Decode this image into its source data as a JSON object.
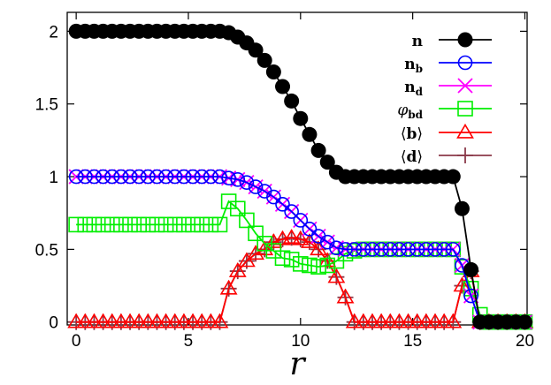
{
  "chart_data": {
    "type": "line",
    "title": "",
    "xlabel": "r",
    "ylabel": "",
    "xlim": [
      -0.4,
      20.1
    ],
    "ylim": [
      -0.02,
      2.13
    ],
    "xticks": [
      "0",
      "5",
      "10",
      "15",
      "20"
    ],
    "yticks": [
      "0",
      "0.5",
      "1",
      "1.5",
      "2"
    ],
    "grid": false,
    "legend_position": "top-right",
    "x": [
      0,
      0.4,
      0.8,
      1.2,
      1.6,
      2.0,
      2.4,
      2.8,
      3.2,
      3.6,
      4.0,
      4.4,
      4.8,
      5.2,
      5.6,
      6.0,
      6.4,
      6.8,
      7.2,
      7.6,
      8.0,
      8.4,
      8.8,
      9.2,
      9.6,
      10.0,
      10.4,
      10.8,
      11.2,
      11.6,
      12.0,
      12.4,
      12.8,
      13.2,
      13.6,
      14.0,
      14.4,
      14.8,
      15.2,
      15.6,
      16.0,
      16.4,
      16.8,
      17.2,
      17.6,
      18.0,
      18.4,
      18.8,
      19.2,
      19.6,
      20.0
    ],
    "series": [
      {
        "name": "n",
        "color": "#000000",
        "marker": "filled-circle",
        "values": [
          2,
          2,
          2,
          2,
          2,
          2,
          2,
          2,
          2,
          2,
          2,
          2,
          2,
          2,
          2,
          2,
          2,
          1.99,
          1.96,
          1.92,
          1.87,
          1.8,
          1.72,
          1.62,
          1.52,
          1.4,
          1.29,
          1.18,
          1.1,
          1.03,
          1,
          1,
          1,
          1,
          1,
          1,
          1,
          1,
          1,
          1,
          1,
          1,
          1,
          0.78,
          0.36,
          0,
          0,
          0,
          0,
          0,
          0
        ]
      },
      {
        "name": "n_b",
        "color": "#0000ff",
        "marker": "circle",
        "values": [
          1,
          1,
          1,
          1,
          1,
          1,
          1,
          1,
          1,
          1,
          1,
          1,
          1,
          1,
          1,
          1,
          1,
          0.99,
          0.98,
          0.96,
          0.93,
          0.9,
          0.86,
          0.81,
          0.76,
          0.7,
          0.64,
          0.59,
          0.55,
          0.51,
          0.5,
          0.5,
          0.5,
          0.5,
          0.5,
          0.5,
          0.5,
          0.5,
          0.5,
          0.5,
          0.5,
          0.5,
          0.5,
          0.39,
          0.18,
          0,
          0,
          0,
          0,
          0,
          0
        ]
      },
      {
        "name": "n_d",
        "color": "#ff00ff",
        "marker": "cross",
        "values": [
          1,
          1,
          1,
          1,
          1,
          1,
          1,
          1,
          1,
          1,
          1,
          1,
          1,
          1,
          1,
          1,
          1,
          0.99,
          0.98,
          0.96,
          0.93,
          0.9,
          0.86,
          0.81,
          0.76,
          0.7,
          0.64,
          0.59,
          0.55,
          0.51,
          0.5,
          0.5,
          0.5,
          0.5,
          0.5,
          0.5,
          0.5,
          0.5,
          0.5,
          0.5,
          0.5,
          0.5,
          0.5,
          0.39,
          0.18,
          0,
          0,
          0,
          0,
          0,
          0
        ]
      },
      {
        "name": "phi_bd",
        "color": "#00ee00",
        "marker": "square",
        "values": [
          0.67,
          0.67,
          0.67,
          0.67,
          0.67,
          0.67,
          0.67,
          0.67,
          0.67,
          0.67,
          0.67,
          0.67,
          0.67,
          0.67,
          0.67,
          0.67,
          0.67,
          0.83,
          0.78,
          0.7,
          0.61,
          0.54,
          0.49,
          0.44,
          0.43,
          0.4,
          0.39,
          0.38,
          0.39,
          0.42,
          0.47,
          0.49,
          0.5,
          0.5,
          0.5,
          0.5,
          0.5,
          0.5,
          0.5,
          0.5,
          0.5,
          0.5,
          0.5,
          0.38,
          0.23,
          0.05,
          0,
          0,
          0,
          0,
          0
        ]
      },
      {
        "name": "<b>",
        "color": "#ff0000",
        "marker": "triangle",
        "values": [
          0,
          0,
          0,
          0,
          0,
          0,
          0,
          0,
          0,
          0,
          0,
          0,
          0,
          0,
          0,
          0,
          0,
          0.23,
          0.35,
          0.42,
          0.47,
          0.5,
          0.55,
          0.57,
          0.58,
          0.57,
          0.55,
          0.5,
          0.42,
          0.31,
          0.17,
          0,
          0,
          0,
          0,
          0,
          0,
          0,
          0,
          0,
          0,
          0,
          0,
          0.25,
          0.35,
          0,
          0,
          0,
          0,
          0,
          0
        ]
      },
      {
        "name": "<d>",
        "color": "#8b3a4a",
        "marker": "plus",
        "values": [
          0,
          0,
          0,
          0,
          0,
          0,
          0,
          0,
          0,
          0,
          0,
          0,
          0,
          0,
          0,
          0,
          0,
          0.23,
          0.35,
          0.42,
          0.47,
          0.5,
          0.55,
          0.57,
          0.58,
          0.57,
          0.55,
          0.5,
          0.42,
          0.31,
          0.17,
          0,
          0,
          0,
          0,
          0,
          0,
          0,
          0,
          0,
          0,
          0,
          0,
          0.25,
          0.35,
          0,
          0,
          0,
          0,
          0,
          0
        ]
      }
    ]
  },
  "legend": {
    "n": {
      "base": "n",
      "sub": ""
    },
    "n_b": {
      "base": "n",
      "sub": "b"
    },
    "n_d": {
      "base": "n",
      "sub": "d"
    },
    "phi_bd": {
      "base": "φ",
      "sub": "bd"
    },
    "b": {
      "open": "⟨",
      "sym": "b",
      "close": "⟩"
    },
    "d": {
      "open": "⟨",
      "sym": "d",
      "close": "⟩"
    }
  }
}
